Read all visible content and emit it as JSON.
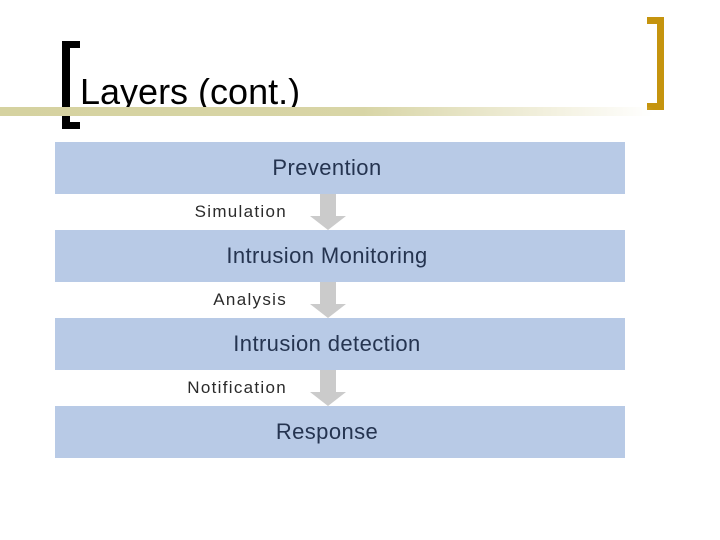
{
  "slide": {
    "title": "Layers (cont.)"
  },
  "diagram": {
    "layers": [
      "Prevention",
      "Intrusion Monitoring",
      "Intrusion detection",
      "Response"
    ],
    "transitions": [
      "Simulation",
      "Analysis",
      "Notification"
    ]
  },
  "colors": {
    "bar_fill": "#B8CAE6",
    "bar_text": "#253450",
    "arrow": "#CBCBCB",
    "transition_label_text": "#2B2B2B",
    "accent_line": "#D5D2A0",
    "left_bracket": "#000000",
    "right_bracket": "#C5940E"
  }
}
